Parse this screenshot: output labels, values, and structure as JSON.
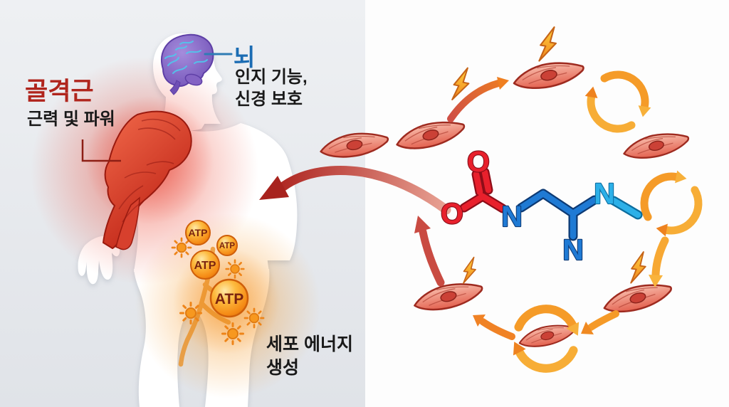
{
  "anatomy_panel": {
    "skeletal_muscle": {
      "title": "골격근",
      "subtitle": "근력 및 파워"
    },
    "brain": {
      "title": "뇌",
      "desc1": "인지 기능,",
      "desc2": "신경 보호"
    },
    "cell_energy": {
      "line1": "세포 에너지",
      "line2": "생성"
    },
    "atp_label": "ATP"
  },
  "molecule_panel": {
    "atoms": {
      "o_top": "O",
      "o_left": "O",
      "n_amide": "N",
      "n_imine": "N",
      "n_methyl": "N"
    }
  },
  "colors": {
    "left_bg": "#e9ebee",
    "right_bg": "#fdfdfd",
    "muscle_title_red": "#b0251d",
    "brain_title_blue": "#1b6cb3",
    "body_text": "#191919",
    "atp_orange": "#f7941d",
    "atp_text": "#7a230f",
    "molecule_red": "#e8202c",
    "molecule_blue": "#1f7ad4",
    "molecule_cyan": "#2cb0e8",
    "cell_fill": "#ef8d7c",
    "arrow_orange": "#f08020",
    "arrow_yellow": "#f9b542",
    "arrow_red": "#b02a25",
    "brain_purple": "#6f4fb5",
    "brain_gyri_cyan": "#4fc8ec"
  }
}
